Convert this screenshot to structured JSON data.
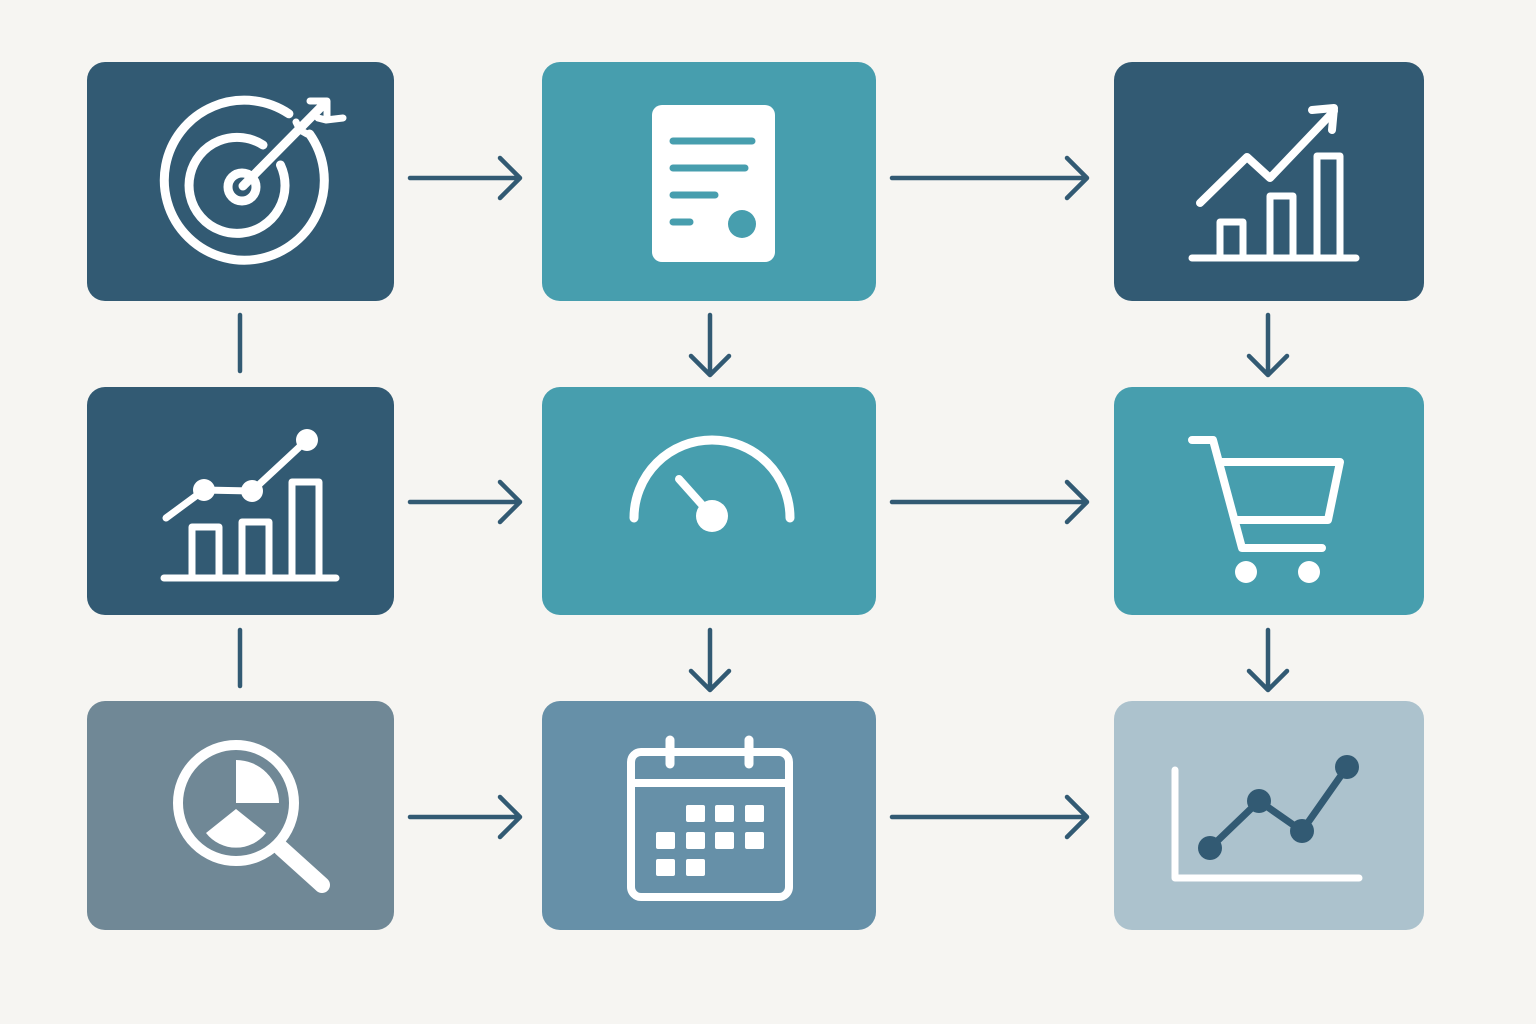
{
  "colors": {
    "background": "#f6f5f2",
    "navy": "#325a73",
    "teal": "#479eae",
    "slate": "#708896",
    "steel": "#6690a8",
    "pale": "#acc2cd",
    "connector": "#325a73",
    "icon": "#ffffff"
  },
  "tiles": [
    {
      "id": "target",
      "icon": "target-arrow-icon",
      "color": "navy"
    },
    {
      "id": "document",
      "icon": "document-icon",
      "color": "teal"
    },
    {
      "id": "growth",
      "icon": "growth-chart-icon",
      "color": "navy"
    },
    {
      "id": "analytics",
      "icon": "line-bar-chart-icon",
      "color": "navy"
    },
    {
      "id": "gauge",
      "icon": "gauge-icon",
      "color": "teal"
    },
    {
      "id": "cart",
      "icon": "shopping-cart-icon",
      "color": "teal"
    },
    {
      "id": "search",
      "icon": "magnifier-pie-icon",
      "color": "slate"
    },
    {
      "id": "calendar",
      "icon": "calendar-icon",
      "color": "steel"
    },
    {
      "id": "trend",
      "icon": "line-chart-icon",
      "color": "pale"
    }
  ],
  "connectors": [
    {
      "from": "target",
      "to": "document",
      "type": "arrow"
    },
    {
      "from": "document",
      "to": "growth",
      "type": "arrow"
    },
    {
      "from": "analytics",
      "to": "gauge",
      "type": "arrow"
    },
    {
      "from": "gauge",
      "to": "cart",
      "type": "arrow"
    },
    {
      "from": "search",
      "to": "calendar",
      "type": "arrow"
    },
    {
      "from": "calendar",
      "to": "trend",
      "type": "arrow"
    },
    {
      "from": "document",
      "to": "gauge",
      "type": "arrow"
    },
    {
      "from": "gauge",
      "to": "calendar",
      "type": "arrow"
    },
    {
      "from": "growth",
      "to": "cart",
      "type": "arrow"
    },
    {
      "from": "cart",
      "to": "trend",
      "type": "arrow"
    },
    {
      "from": "target",
      "to": "analytics",
      "type": "line"
    },
    {
      "from": "analytics",
      "to": "search",
      "type": "line"
    }
  ]
}
